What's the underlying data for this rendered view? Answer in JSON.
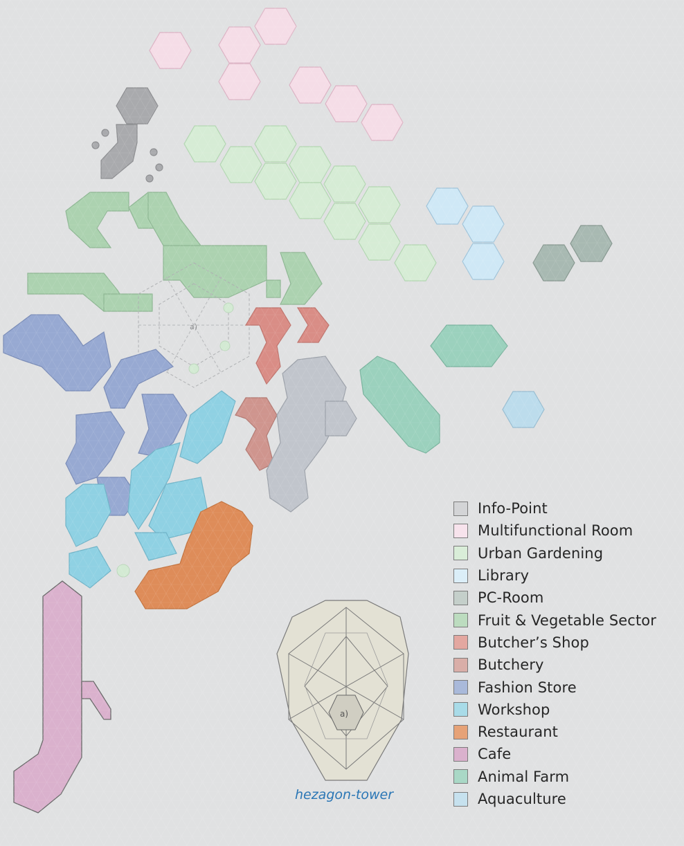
{
  "legend": {
    "items": [
      {
        "label": "Info-Point",
        "color": "#d3d4d6"
      },
      {
        "label": "Multifunctional Room",
        "color": "#f7e3ec"
      },
      {
        "label": "Urban Gardening",
        "color": "#d9edd8"
      },
      {
        "label": "Library",
        "color": "#dbeef8"
      },
      {
        "label": "PC-Room",
        "color": "#c4cfca"
      },
      {
        "label": "Fruit & Vegetable Sector",
        "color": "#bcdcbf"
      },
      {
        "label": "Butcher’s Shop",
        "color": "#e3a7a0"
      },
      {
        "label": "Butchery",
        "color": "#d9aea8"
      },
      {
        "label": "Fashion Store",
        "color": "#a9b9da"
      },
      {
        "label": "Workshop",
        "color": "#a8dbe8"
      },
      {
        "label": "Restaurant",
        "color": "#e6a277"
      },
      {
        "label": "Cafe",
        "color": "#dab1cd"
      },
      {
        "label": "Animal Farm",
        "color": "#a9d8c6"
      },
      {
        "label": "Aquaculture",
        "color": "#c6e1ee"
      }
    ]
  },
  "hexagon_tower": {
    "center_label": "a)",
    "caption": "hezagon-tower",
    "fill": "#e3e1d4"
  },
  "plan_center_label": "a)",
  "colors": {
    "background": "#e0e1e2",
    "stroke": "#8a8a8a",
    "caption": "#2a76b5"
  }
}
